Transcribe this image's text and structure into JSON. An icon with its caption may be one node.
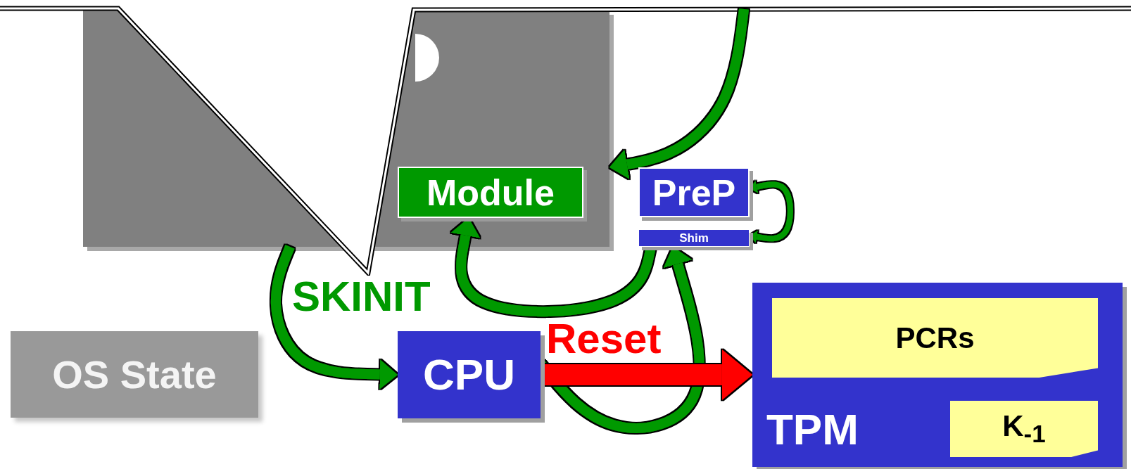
{
  "diagram": {
    "nodes": [
      {
        "text": [],
        "shape": "box"
      },
      {
        "text": [
          "Module"
        ],
        "in": 0
      },
      {
        "text": [
          "PreP"
        ]
      },
      {
        "text": [
          "Shim"
        ]
      },
      {
        "text": [
          "OS State"
        ]
      },
      {
        "text": [
          "CPU"
        ]
      },
      {
        "text": [
          "TPM"
        ]
      },
      {
        "text": [
          "PCRs"
        ],
        "in": 6
      },
      {
        "text": [
          "K$_{-1}$"
        ],
        "in": 6
      }
    ],
    "edges": [
      {
        "from": null,
        "to": 0,
        "arrow": "to"
      },
      {
        "from": 0,
        "to": 5,
        "arrow": "to",
        "label": "SKINIT"
      },
      {
        "from": 3,
        "to": 1,
        "arrow": "to"
      },
      {
        "from": 5,
        "to": 3,
        "arrow": "to"
      },
      {
        "from": 2,
        "to": 3,
        "arrow": "both"
      },
      {
        "from": 5,
        "to": 6,
        "arrow": "to",
        "label": "Reset",
        "style": "thick",
        "color": "#ff0000"
      }
    ]
  }
}
